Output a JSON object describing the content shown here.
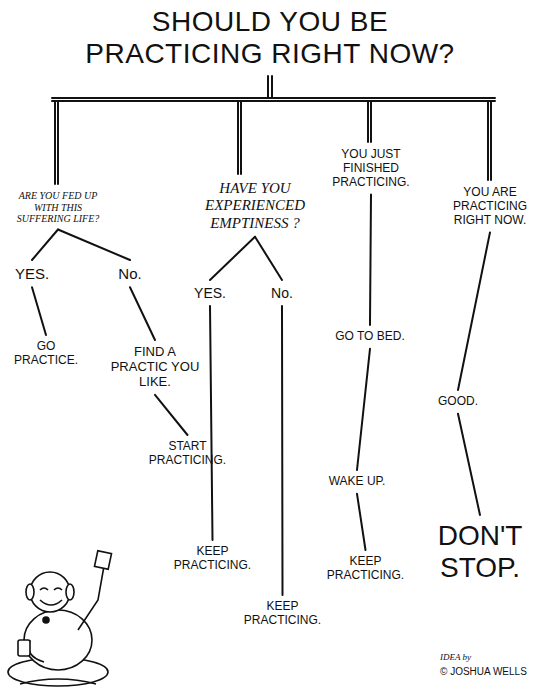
{
  "diagram": {
    "title": "SHOULD YOU BE PRACTICING RIGHT NOW?",
    "nodes": [
      {
        "text": [
          "ARE YOU FED UP WITH THIS SUFFERING LIFE?"
        ]
      },
      {
        "text": [
          "HAVE YOU EXPERIENCED EMPTINESS ?"
        ]
      },
      {
        "text": [
          "YOU JUST FINISHED PRACTICING."
        ]
      },
      {
        "text": [
          "YOU ARE PRACTICING RIGHT NOW."
        ]
      },
      {
        "text": [
          "YES."
        ]
      },
      {
        "text": [
          "No."
        ]
      },
      {
        "text": [
          "YES."
        ]
      },
      {
        "text": [
          "No."
        ]
      },
      {
        "text": [
          "GO PRACTICE."
        ]
      },
      {
        "text": [
          "FIND A PRACTIC YOU LIKE."
        ]
      },
      {
        "text": [
          "START PRACTICING."
        ]
      },
      {
        "text": [
          "KEEP PRACTICING."
        ]
      },
      {
        "text": [
          "KEEP PRACTICING."
        ]
      },
      {
        "text": [
          "GO TO BED."
        ]
      },
      {
        "text": [
          "WAKE UP."
        ]
      },
      {
        "text": [
          "KEEP PRACTICING."
        ]
      },
      {
        "text": [
          "GOOD."
        ]
      },
      {
        "text": [
          "DON'T STOP."
        ]
      }
    ],
    "edges": [
      {
        "from": 0,
        "to": 4,
        "arrow": "none"
      },
      {
        "from": 0,
        "to": 5,
        "arrow": "none"
      },
      {
        "from": 4,
        "to": 8,
        "arrow": "none"
      },
      {
        "from": 5,
        "to": 9,
        "arrow": "none"
      },
      {
        "from": 9,
        "to": 10,
        "arrow": "none"
      },
      {
        "from": 1,
        "to": 6,
        "arrow": "none"
      },
      {
        "from": 1,
        "to": 7,
        "arrow": "none"
      },
      {
        "from": 6,
        "to": 11,
        "arrow": "none"
      },
      {
        "from": 7,
        "to": 12,
        "arrow": "none"
      },
      {
        "from": 2,
        "to": 13,
        "arrow": "none"
      },
      {
        "from": 13,
        "to": 14,
        "arrow": "none"
      },
      {
        "from": 14,
        "to": 15,
        "arrow": "none"
      },
      {
        "from": 3,
        "to": 16,
        "arrow": "none"
      },
      {
        "from": 16,
        "to": 17,
        "arrow": "none"
      }
    ],
    "labels": [
      "IDEA by",
      "© JOSHUA WELLS"
    ]
  }
}
